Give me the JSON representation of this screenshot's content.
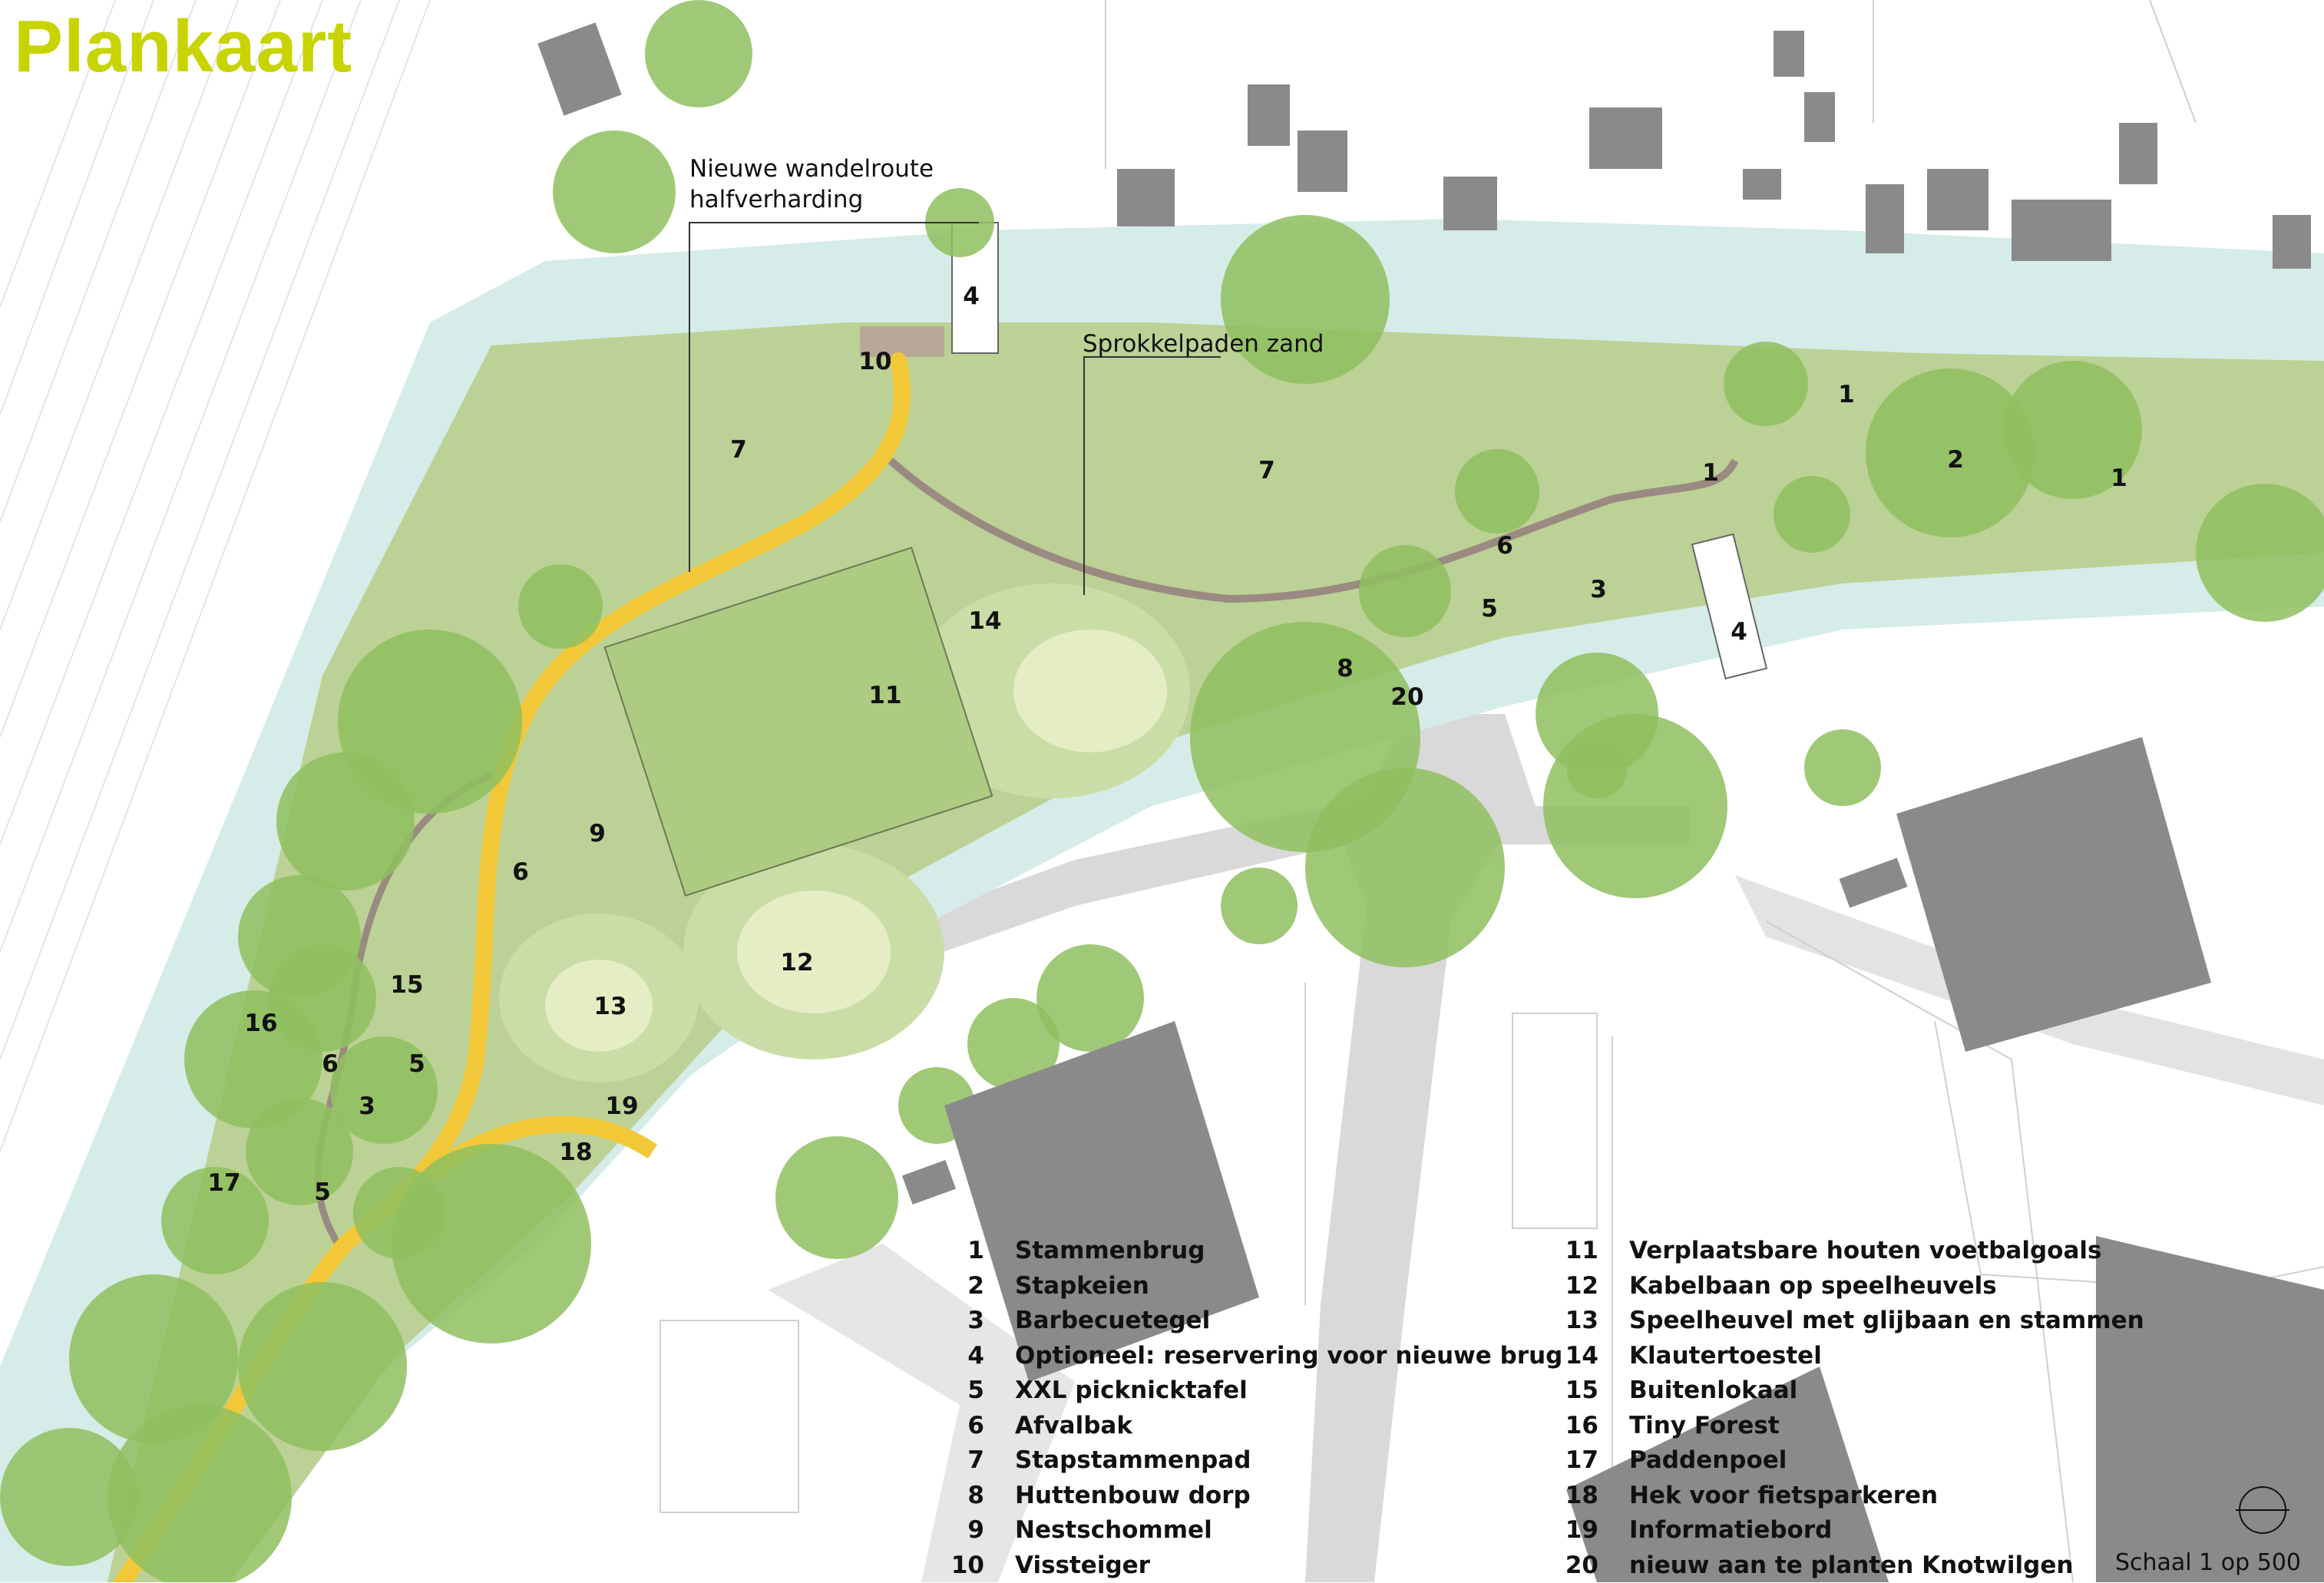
{
  "title": "Plankaart",
  "annotations": {
    "route_line1": "Nieuwe wandelroute",
    "route_line2": "halfverharding",
    "sprokkel": "Sprokkelpaden zand"
  },
  "markers": [
    {
      "id": "m4a",
      "label": "4"
    },
    {
      "id": "m10",
      "label": "10"
    },
    {
      "id": "m7a",
      "label": "7"
    },
    {
      "id": "m7b",
      "label": "7"
    },
    {
      "id": "m1a",
      "label": "1"
    },
    {
      "id": "m1b",
      "label": "1"
    },
    {
      "id": "m1c",
      "label": "1"
    },
    {
      "id": "m2",
      "label": "2"
    },
    {
      "id": "m6a",
      "label": "6"
    },
    {
      "id": "m3a",
      "label": "3"
    },
    {
      "id": "m5a",
      "label": "5"
    },
    {
      "id": "m4b",
      "label": "4"
    },
    {
      "id": "m14",
      "label": "14"
    },
    {
      "id": "m11",
      "label": "11"
    },
    {
      "id": "m8",
      "label": "8"
    },
    {
      "id": "m20",
      "label": "20"
    },
    {
      "id": "m9",
      "label": "9"
    },
    {
      "id": "m6b",
      "label": "6"
    },
    {
      "id": "m12",
      "label": "12"
    },
    {
      "id": "m13",
      "label": "13"
    },
    {
      "id": "m15",
      "label": "15"
    },
    {
      "id": "m16",
      "label": "16"
    },
    {
      "id": "m6c",
      "label": "6"
    },
    {
      "id": "m5b",
      "label": "5"
    },
    {
      "id": "m3b",
      "label": "3"
    },
    {
      "id": "m19",
      "label": "19"
    },
    {
      "id": "m18",
      "label": "18"
    },
    {
      "id": "m17",
      "label": "17"
    },
    {
      "id": "m5c",
      "label": "5"
    }
  ],
  "legend_left": [
    {
      "num": "1",
      "label": "Stammenbrug"
    },
    {
      "num": "2",
      "label": "Stapkeien"
    },
    {
      "num": "3",
      "label": "Barbecuetegel"
    },
    {
      "num": "4",
      "label": "Optioneel: reservering voor nieuwe brug"
    },
    {
      "num": "5",
      "label": "XXL picknicktafel"
    },
    {
      "num": "6",
      "label": "Afvalbak"
    },
    {
      "num": "7",
      "label": "Stapstammenpad"
    },
    {
      "num": "8",
      "label": "Huttenbouw dorp"
    },
    {
      "num": "9",
      "label": "Nestschommel"
    },
    {
      "num": "10",
      "label": "Vissteiger"
    }
  ],
  "legend_right": [
    {
      "num": "11",
      "label": "Verplaatsbare houten voetbalgoals"
    },
    {
      "num": "12",
      "label": "Kabelbaan op speelheuvels"
    },
    {
      "num": "13",
      "label": "Speelheuvel met glijbaan en stammen"
    },
    {
      "num": "14",
      "label": "Klautertoestel"
    },
    {
      "num": "15",
      "label": "Buitenlokaal"
    },
    {
      "num": "16",
      "label": "Tiny Forest"
    },
    {
      "num": "17",
      "label": "Paddenpoel"
    },
    {
      "num": "18",
      "label": "Hek voor fietsparkeren"
    },
    {
      "num": "19",
      "label": "Informatiebord"
    },
    {
      "num": "20",
      "label": "nieuw aan te planten Knotwilgen"
    }
  ],
  "scale": "Schaal 1 op 500",
  "colors": {
    "title": "#c8d400",
    "water": "#d5ece8",
    "park": "#b9cf8f",
    "tree": "#8fbf5f",
    "path": "#f2c838",
    "building": "#8a8a8a",
    "road": "#d9d9d9"
  }
}
